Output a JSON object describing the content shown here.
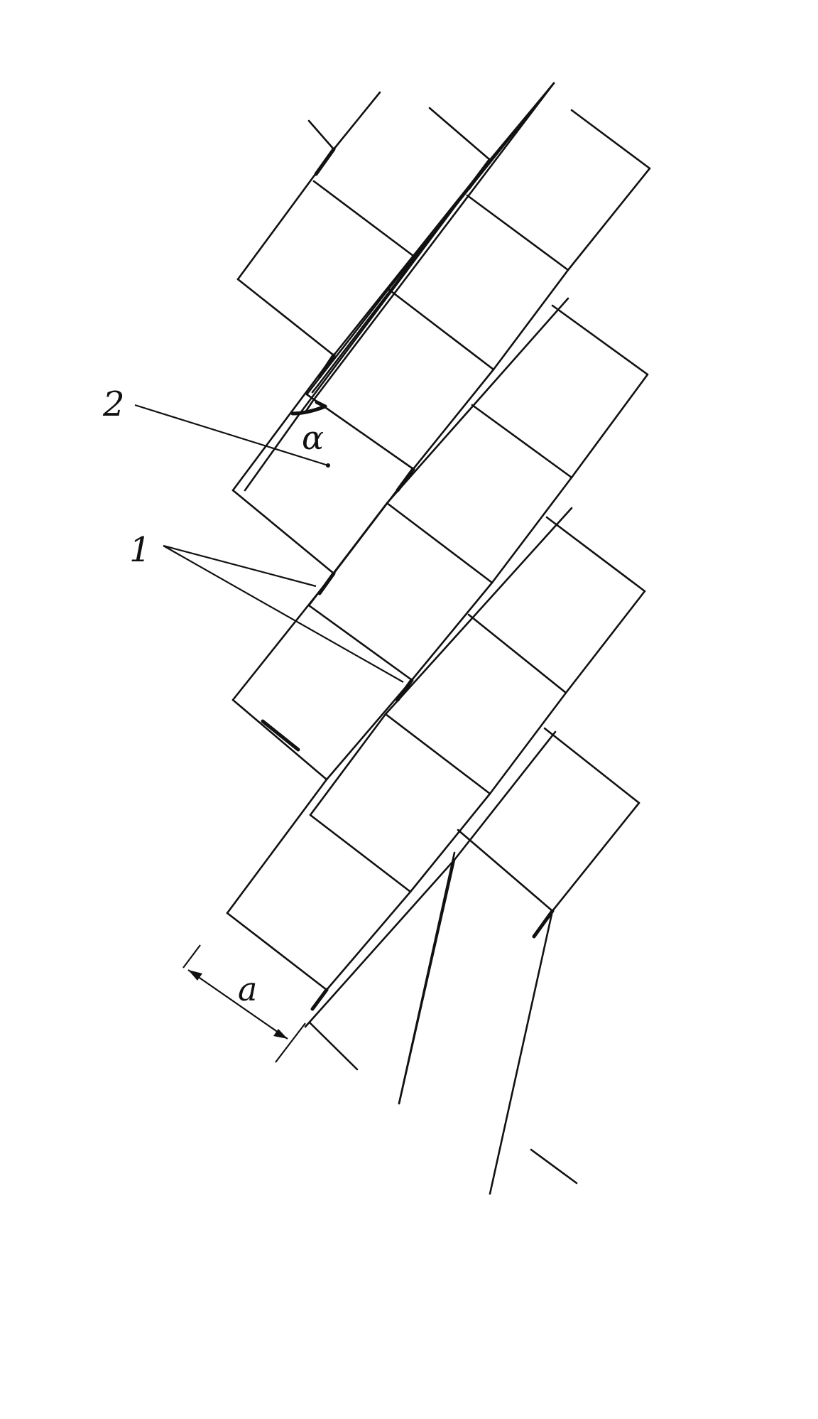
{
  "labels": {
    "part_1": "1",
    "part_2": "2",
    "angle": "α",
    "dimension": "a"
  },
  "colors": {
    "ink": "#111111",
    "paper": "#ffffff"
  }
}
